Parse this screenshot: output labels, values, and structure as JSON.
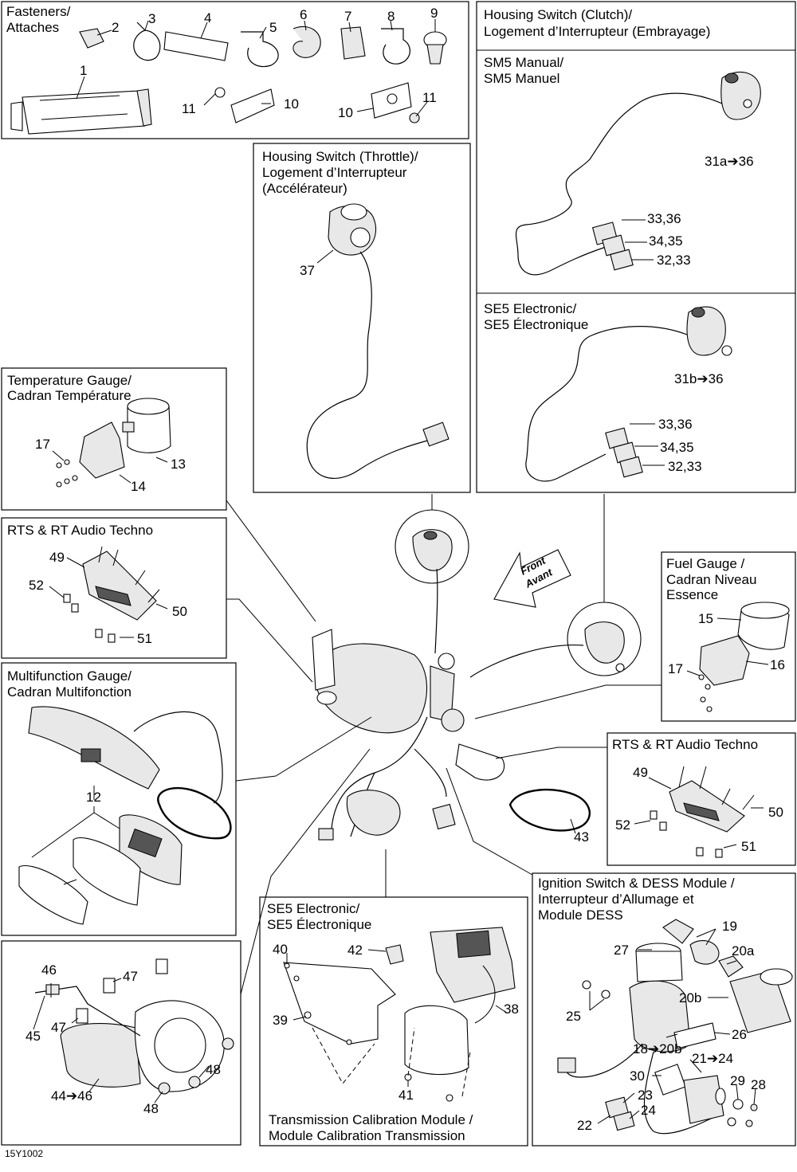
{
  "panels": {
    "fasteners": {
      "title_1": "Fasteners/",
      "title_2": "Attaches"
    },
    "clutch": {
      "title_1": "Housing Switch (Clutch)/",
      "title_2": "Logement d’Interrupteur (Embrayage)"
    },
    "sm5": {
      "title_1": "SM5 Manual/",
      "title_2": "SM5 Manuel"
    },
    "se5_top": {
      "title_1": "SE5 Electronic/",
      "title_2": "SE5 Électronique"
    },
    "throttle": {
      "title_1": "Housing Switch (Throttle)/",
      "title_2": "Logement d’Interrupteur",
      "title_3": "(Accélérateur)"
    },
    "temp": {
      "title_1": "Temperature Gauge/",
      "title_2": "Cadran Température"
    },
    "rts_left": {
      "title_1": "RTS & RT Audio Techno"
    },
    "multifunction": {
      "title_1": "Multifunction Gauge/",
      "title_2": "Cadran Multifonction"
    },
    "fuel": {
      "title_1": "Fuel Gauge /",
      "title_2": "Cadran Niveau",
      "title_3": "Essence"
    },
    "rts_right": {
      "title_1": "RTS & RT Audio Techno"
    },
    "se5_bottom": {
      "title_1": "SE5 Electronic/",
      "title_2": "SE5 Électronique",
      "footer_1": "Transmission Calibration Module /",
      "footer_2": "Module Calibration Transmission"
    },
    "ignition": {
      "title_1": "Ignition Switch &  DESS Module /",
      "title_2": "Interrupteur d’Allumage et",
      "title_3": "Module DESS"
    }
  },
  "front_arrow": {
    "line_1": "Front",
    "line_2": "Avant"
  },
  "callouts": {
    "c1": "1",
    "c2": "2",
    "c3": "3",
    "c4": "4",
    "c5": "5",
    "c6": "6",
    "c7": "7",
    "c8": "8",
    "c9": "9",
    "c10a": "10",
    "c10b": "10",
    "c11a": "11",
    "c11b": "11",
    "c31a": "31a➔36",
    "c33_36a": "33,36",
    "c34_35a": "34,35",
    "c32_33a": "32,33",
    "c31b": "31b➔36",
    "c33_36b": "33,36",
    "c34_35b": "34,35",
    "c32_33b": "32,33",
    "c37": "37",
    "c17a": "17",
    "c13": "13",
    "c14": "14",
    "c49a": "49",
    "c52a": "52",
    "c50a": "50",
    "c51a": "51",
    "c15": "15",
    "c17b": "17",
    "c16": "16",
    "c12": "12",
    "c49b": "49",
    "c50b": "50",
    "c52b": "52",
    "c51b": "51",
    "c43": "43",
    "c46": "46",
    "c47a": "47",
    "c47b": "47",
    "c45": "45",
    "c48a": "48",
    "c48b": "48",
    "c44": "44➔46",
    "c40": "40",
    "c42": "42",
    "c39": "39",
    "c38": "38",
    "c41": "41",
    "c19": "19",
    "c27": "27",
    "c20a": "20a",
    "c20b": "20b",
    "c25": "25",
    "c26": "26",
    "c18": "18➔20b",
    "c21": "21➔24",
    "c30": "30",
    "c29": "29",
    "c28": "28",
    "c23": "23",
    "c24": "24",
    "c22": "22"
  },
  "figure_code": "15Y1002"
}
